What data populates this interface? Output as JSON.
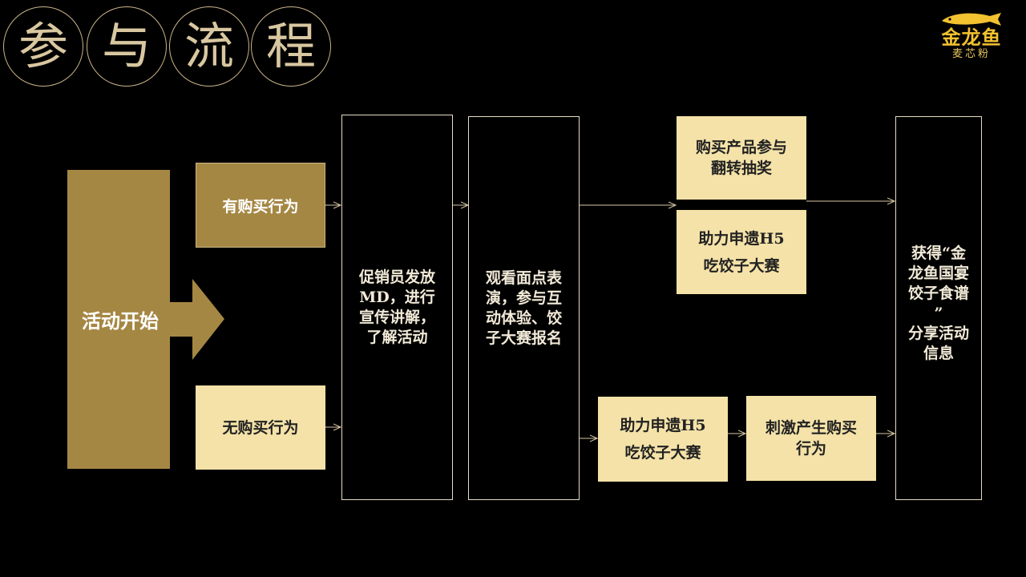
{
  "title": {
    "chars": [
      "参",
      "与",
      "流",
      "程"
    ]
  },
  "logo": {
    "brand": "金龙鱼",
    "subtitle": "麦芯粉",
    "icon": "arowana-fish-icon"
  },
  "flow": {
    "start": "活动开始",
    "branch_purchase": "有购买行为",
    "branch_no_purchase": "无购买行为",
    "step_promoter": "促销员发放\nMD，进行\n宣传讲解，\n了解活动",
    "step_watch": "观看面点表\n演，参与互\n动体验、饺\n子大赛报名",
    "top_lottery": "购买产品参与\n翻转抽奖",
    "top_h5": "助力申遗H5\n吃饺子大赛",
    "bottom_h5": "助力申遗H5\n吃饺子大赛",
    "bottom_stimulate": "刺激产生购买\n行为",
    "final": "获得“金\n龙鱼国宴\n饺子食谱\n”\n分享活动\n信息"
  },
  "colors": {
    "background": "#000000",
    "gold": "#a58744",
    "cream": "#f4e2a8",
    "outline": "#e6dcc4",
    "logo_yellow": "#f2c230"
  }
}
